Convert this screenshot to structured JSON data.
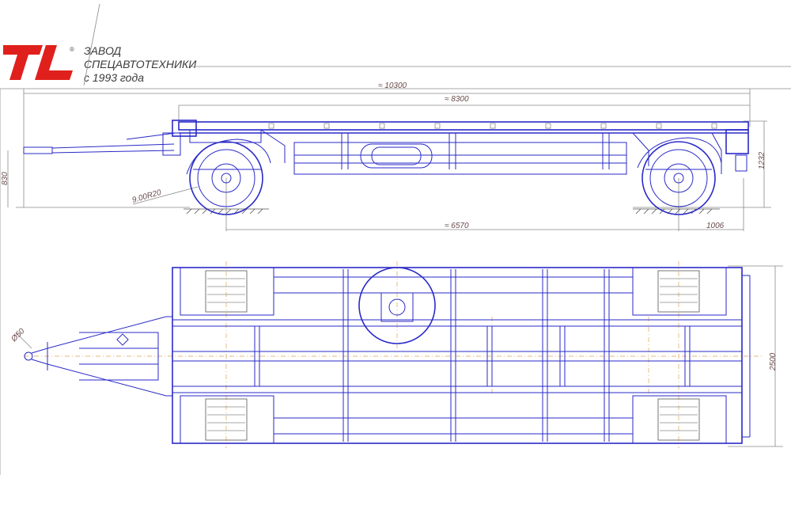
{
  "company": {
    "line1": "ЗАВОД",
    "line2": "СПЕЦАВТОТЕХНИКИ",
    "line3": "с 1993 года",
    "brand_color": "#e0201c"
  },
  "dimensions": {
    "overall_length": "≈ 10300",
    "platform_length": "≈ 8300",
    "wheelbase": "≈ 6570",
    "rear_overhang": "1006",
    "deck_height": "1232",
    "coupling_height": "830",
    "tire_size": "9.00R20",
    "width": "2500",
    "eye_diameter": "Ø50"
  }
}
